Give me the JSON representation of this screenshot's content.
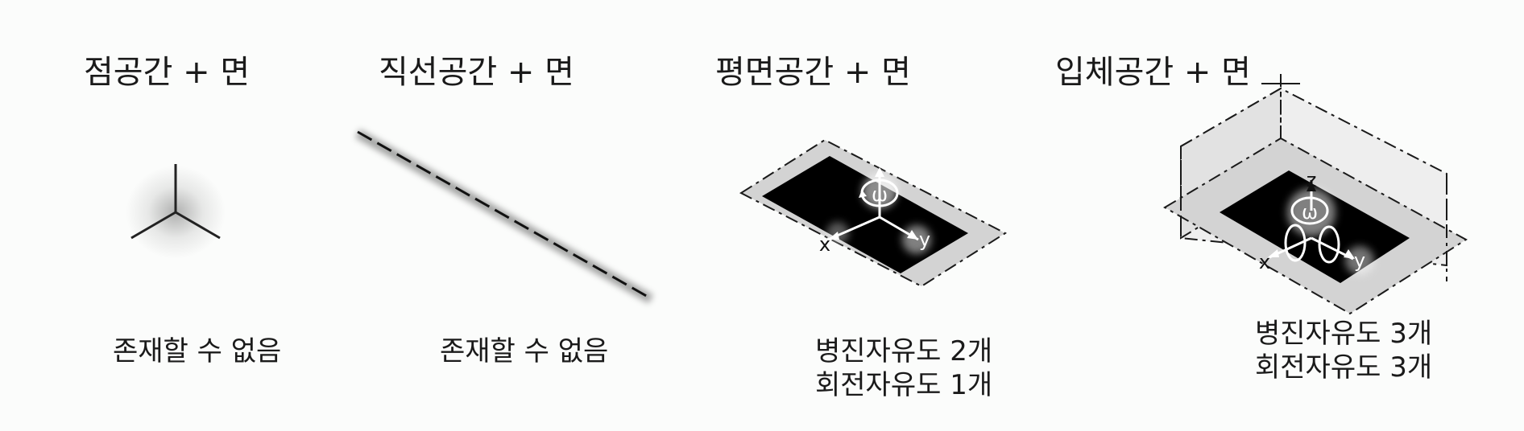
{
  "panels": [
    {
      "title": "점공간 + 면",
      "caption_lines": [
        "존재할 수 없음"
      ]
    },
    {
      "title": "직선공간 + 면",
      "caption_lines": [
        "존재할 수 없음"
      ]
    },
    {
      "title": "평면공간 + 면",
      "caption_lines": [
        "병진자유도 2개",
        "회전자유도 1개"
      ]
    },
    {
      "title": "입체공간 + 면",
      "caption_lines": [
        "병진자유도 3개",
        "회전자유도 3개"
      ]
    }
  ],
  "axis_labels": {
    "plane": {
      "x": "x",
      "y": "y",
      "w": "ω"
    },
    "volume": {
      "x": "x",
      "y": "y",
      "z": "z",
      "w": "ω"
    }
  },
  "colors": {
    "background": "#fbfcfb",
    "ink": "#1a1a1a",
    "border_gray": "#d3d3d3",
    "wall_gray": "#e9e9e9",
    "black_face": "#000000"
  }
}
